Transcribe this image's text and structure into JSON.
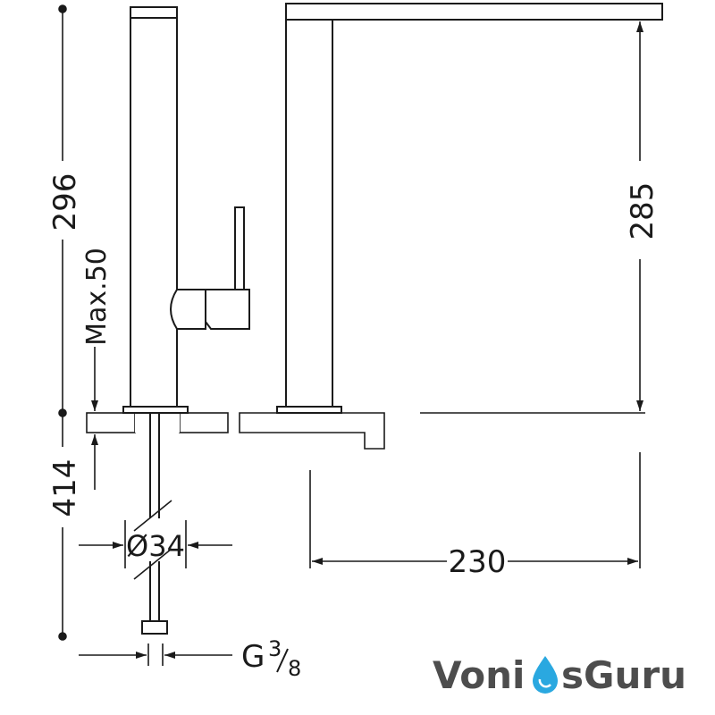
{
  "dimensions": {
    "height_total": "296",
    "max_thickness": "Max.50",
    "spout_height": "285",
    "hose_length": "414",
    "diameter": "Ø34",
    "reach": "230",
    "connection_prefix": "G",
    "connection_num": "3",
    "connection_den": "8"
  },
  "logo": {
    "part1": "Voni",
    "part2": "sGuru",
    "color_main": "#4d4d4d",
    "color_accent": "#2aa8e0"
  }
}
